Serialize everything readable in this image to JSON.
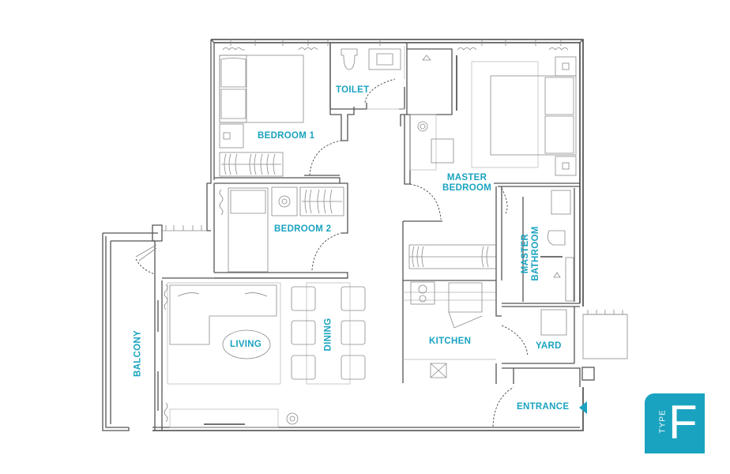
{
  "plan": {
    "unit_type_label": "TYPE",
    "unit_type_letter": "F",
    "accent_color": "#1aa3c0",
    "rooms": {
      "toilet": "TOILET",
      "bedroom1": "BEDROOM 1",
      "master_bedroom_line1": "MASTER",
      "master_bedroom_line2": "BEDROOM",
      "bedroom2": "BEDROOM 2",
      "master_bathroom_line1": "MASTER",
      "master_bathroom_line2": "BATHROOM",
      "balcony": "BALCONY",
      "living": "LIVING",
      "dining": "DINING",
      "kitchen": "KITCHEN",
      "yard": "YARD",
      "entrance": "ENTRANCE"
    }
  }
}
